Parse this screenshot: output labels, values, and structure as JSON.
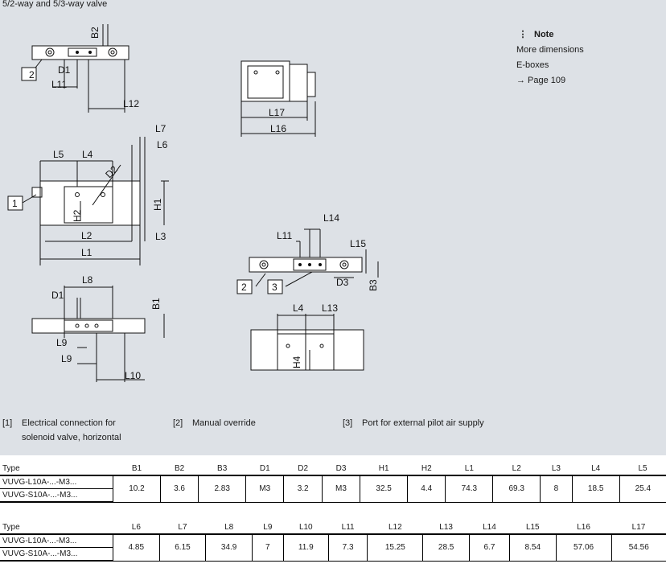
{
  "title": "5/2-way and 5/3-way valve",
  "note": {
    "heading": "Note",
    "lines": [
      "More dimensions",
      "E-boxes",
      "→ Page 109"
    ]
  },
  "legend": [
    {
      "num": "[1]",
      "lines": [
        "Electrical connection for",
        "solenoid valve, horizontal"
      ]
    },
    {
      "num": "[2]",
      "lines": [
        "Manual override"
      ]
    },
    {
      "num": "[3]",
      "lines": [
        "Port for external pilot air supply"
      ]
    }
  ],
  "callouts": {
    "c1": "1",
    "c2": "2",
    "c3": "3"
  },
  "dims": {
    "B1": "B1",
    "B2": "B2",
    "B3": "B3",
    "D1": "D1",
    "D2": "D2",
    "D3": "D3",
    "H1": "H1",
    "H2": "H2",
    "H4": "H4",
    "L1": "L1",
    "L2": "L2",
    "L3": "L3",
    "L4": "L4",
    "L5": "L5",
    "L6": "L6",
    "L7": "L7",
    "L8": "L8",
    "L9": "L9",
    "L10": "L10",
    "L11": "L11",
    "L12": "L12",
    "L13": "L13",
    "L14": "L14",
    "L15": "L15",
    "L16": "L16",
    "L17": "L17"
  },
  "table1": {
    "type_header": "Type",
    "headers": [
      "B1",
      "B2",
      "B3",
      "D1",
      "D2",
      "D3",
      "H1",
      "H2",
      "L1",
      "L2",
      "L3",
      "L4",
      "L5"
    ],
    "rows": [
      "VUVG-L10A-...-M3...",
      "VUVG-S10A-...-M3..."
    ],
    "values": [
      "10.2",
      "3.6",
      "2.83",
      "M3",
      "3.2",
      "M3",
      "32.5",
      "4.4",
      "74.3",
      "69.3",
      "8",
      "18.5",
      "25.4"
    ]
  },
  "table2": {
    "type_header": "Type",
    "headers": [
      "L6",
      "L7",
      "L8",
      "L9",
      "L10",
      "L11",
      "L12",
      "L13",
      "L14",
      "L15",
      "L16",
      "L17"
    ],
    "rows": [
      "VUVG-L10A-...-M3...",
      "VUVG-S10A-...-M3..."
    ],
    "values": [
      "4.85",
      "6.15",
      "34.9",
      "7",
      "11.9",
      "7.3",
      "15.25",
      "28.5",
      "6.7",
      "8.54",
      "57.06",
      "54.56"
    ]
  }
}
